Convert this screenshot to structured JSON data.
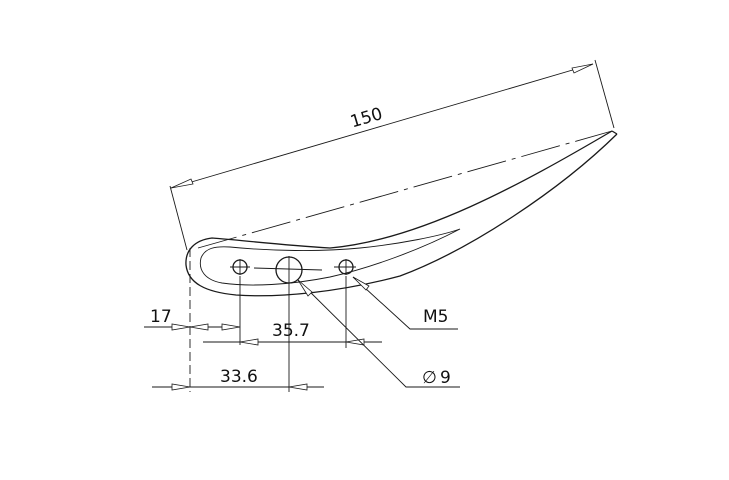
{
  "drawing": {
    "dimensions": {
      "overall_length": "150",
      "leading_offset": "17",
      "hole_spacing": "35.7",
      "center_hole_offset": "33.6"
    },
    "callouts": {
      "thread": "M5",
      "diameter_symbol": "∅",
      "diameter_value": "9"
    }
  }
}
